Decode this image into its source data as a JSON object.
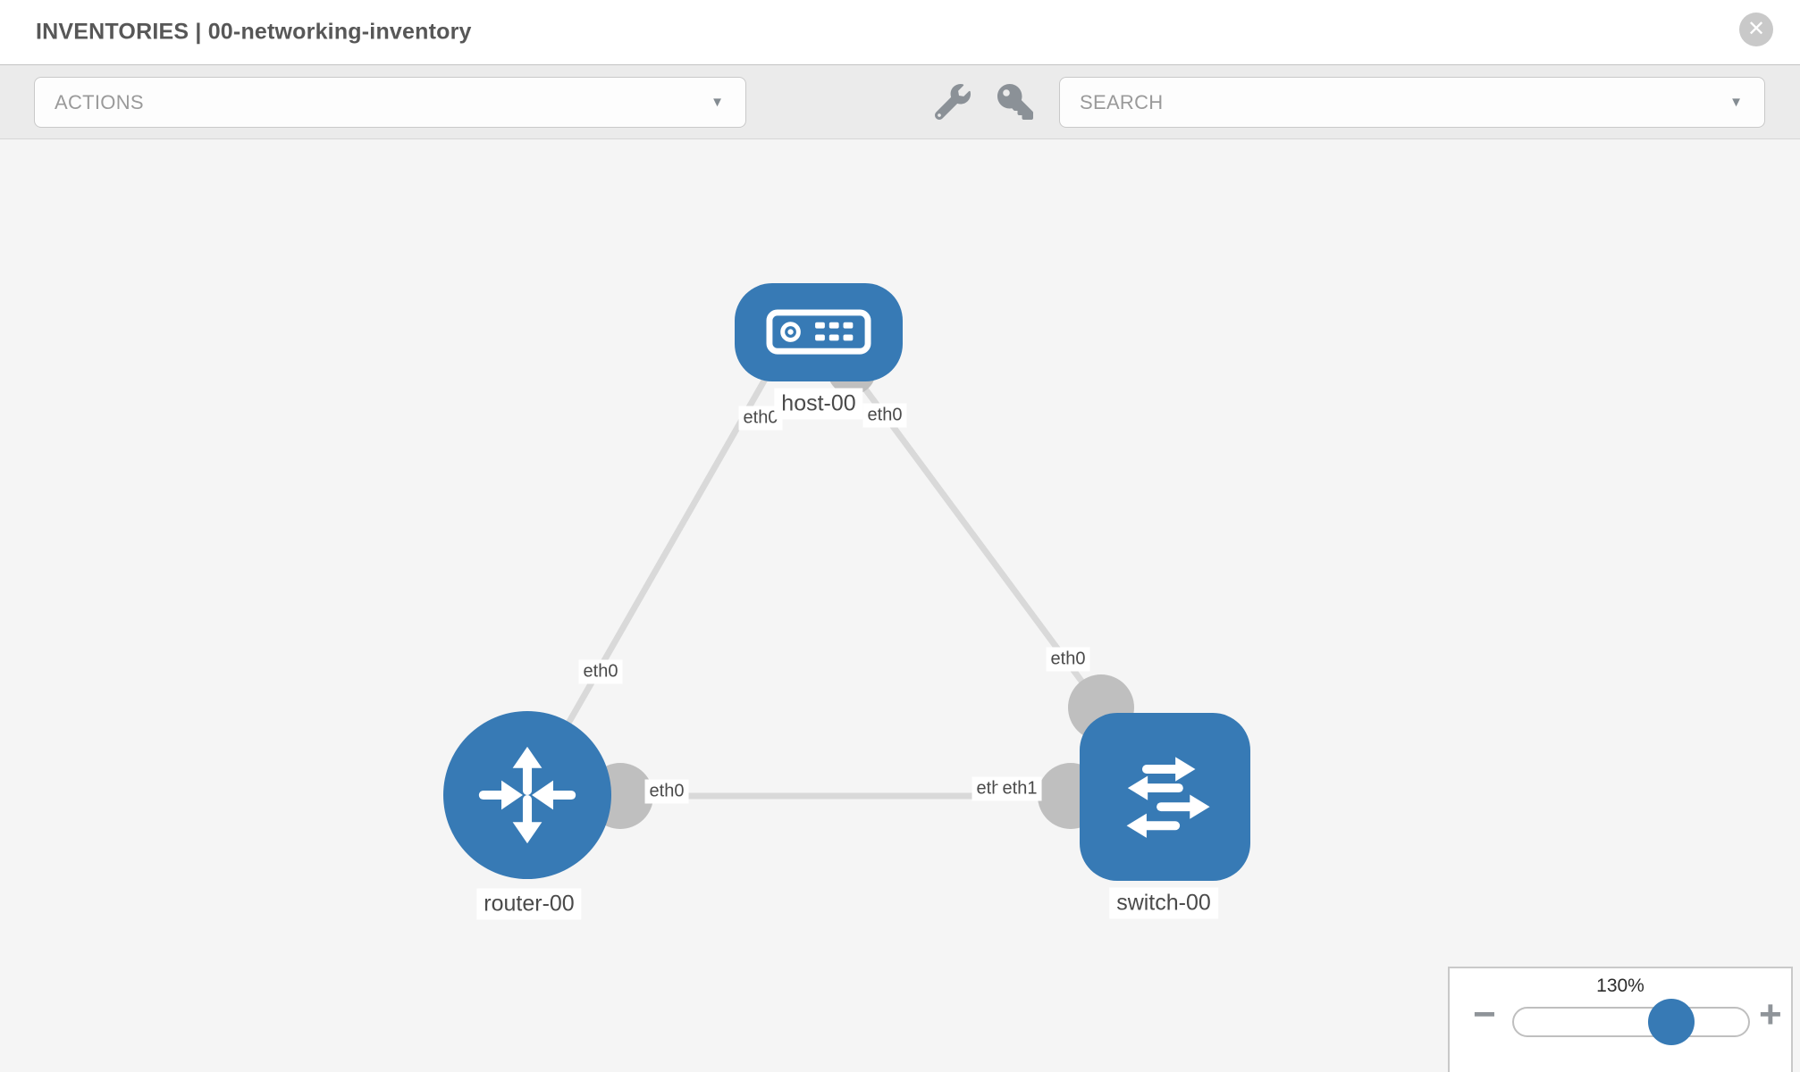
{
  "header": {
    "title": "INVENTORIES | 00-networking-inventory",
    "close_glyph": "✕"
  },
  "toolbar": {
    "actions_label": "ACTIONS",
    "search_label": "SEARCH",
    "caret_glyph": "▼",
    "icons": [
      "wrench-icon",
      "key-icon"
    ]
  },
  "diagram": {
    "nodes": [
      {
        "id": "host-00",
        "label": "host-00",
        "type": "host",
        "icon": "host-device-icon"
      },
      {
        "id": "router-00",
        "label": "router-00",
        "type": "router",
        "icon": "router-arrows-icon"
      },
      {
        "id": "switch-00",
        "label": "switch-00",
        "type": "switch",
        "icon": "switch-arrows-icon"
      }
    ],
    "links": [
      {
        "from": "host-00",
        "from_iface": "eth0",
        "to": "router-00",
        "to_iface": "eth0"
      },
      {
        "from": "host-00",
        "from_iface": "eth0",
        "to": "switch-00",
        "to_iface": "eth0"
      },
      {
        "from": "router-00",
        "from_iface": "eth0",
        "to": "switch-00",
        "to_iface": "eth1"
      }
    ],
    "iface_labels": [
      "eth0",
      "eth0",
      "eth0",
      "eth0",
      "eth0",
      "eth0",
      "eth1"
    ]
  },
  "zoom_control": {
    "level": "130%",
    "minus_label": "−",
    "plus_label": "+",
    "slider_percent": 66
  },
  "colors": {
    "node_blue": "#377ab5",
    "link_gray": "#d9d9d9",
    "port_gray": "#bfbfbf",
    "toolbar_bg": "#ebebeb",
    "canvas_bg": "#f5f5f5"
  }
}
